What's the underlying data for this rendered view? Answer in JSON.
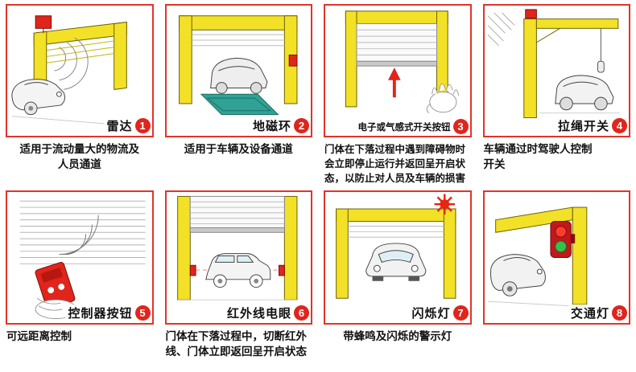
{
  "accent_colors": {
    "border_red": "#e2342a",
    "badge_red": "#e0251c",
    "door_yellow": "#f2e126",
    "mat_teal": "#2fa295"
  },
  "panels": [
    {
      "label": "雷达",
      "num": "1",
      "desc": "适用于流动量大的物流及\n人员通道"
    },
    {
      "label": "地磁环",
      "num": "2",
      "desc": "适用于车辆及设备通道"
    },
    {
      "label": "电子或气感式开关按钮",
      "num": "3",
      "desc": "门体在下落过程中遇到障碍物时\n会立即停止运行并返回呈开启状\n态，以防止对人员及车辆的损害"
    },
    {
      "label": "拉绳开关",
      "num": "4",
      "desc": "车辆通过时驾驶人控制\n开关"
    },
    {
      "label": "控制器按钮",
      "num": "5",
      "desc": "可远距离控制"
    },
    {
      "label": "红外线电眼",
      "num": "6",
      "desc": "门体在下落过程中，切断红外\n线、门体立即返回呈开启状态"
    },
    {
      "label": "闪烁灯",
      "num": "7",
      "desc": "带蜂鸣及闪烁的警示灯"
    },
    {
      "label": "交通灯",
      "num": "8",
      "desc": ""
    }
  ]
}
